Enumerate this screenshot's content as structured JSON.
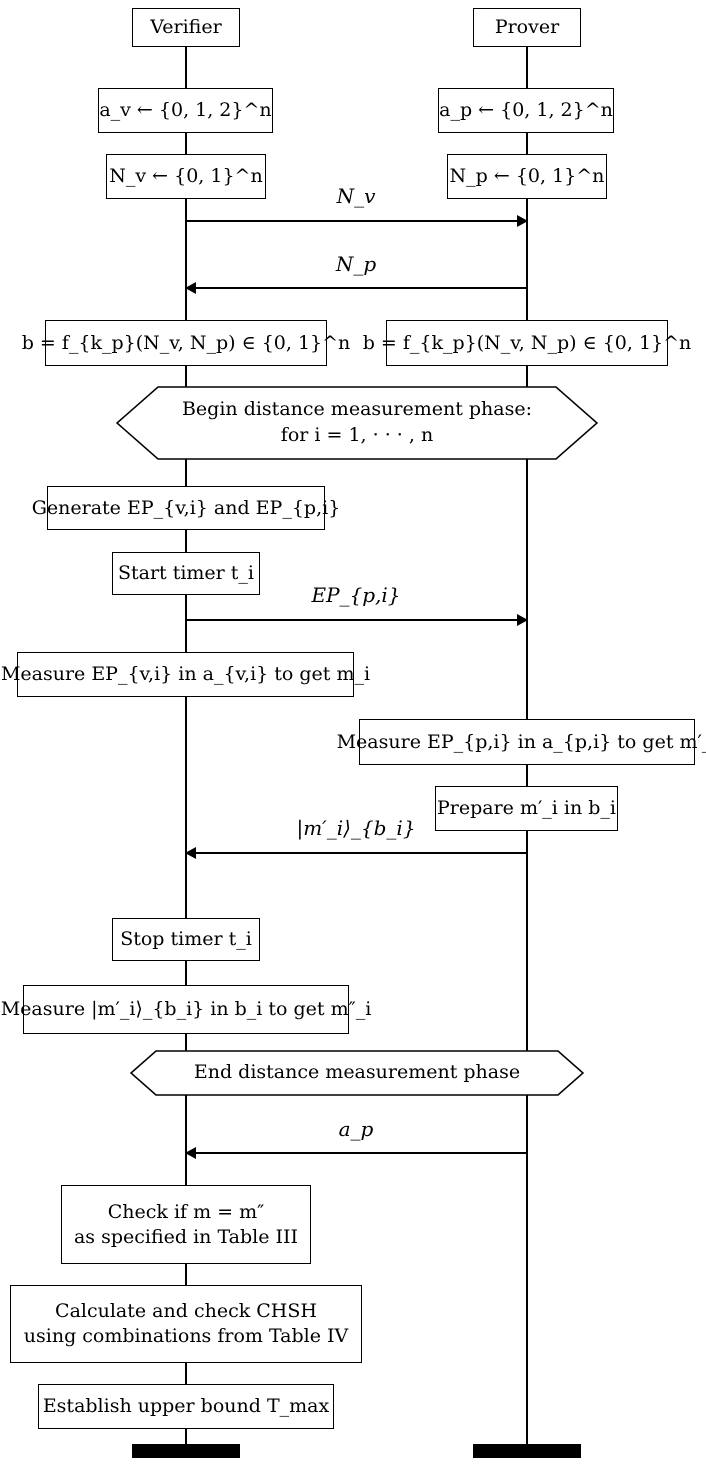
{
  "participants": {
    "verifier": "Verifier",
    "prover": "Prover"
  },
  "steps": {
    "av": "a_v ← {0, 1, 2}^n",
    "ap": "a_p ← {0, 1, 2}^n",
    "nv": "N_v ← {0, 1}^n",
    "np": "N_p ← {0, 1}^n",
    "b_verifier": "b = f_{k_p}(N_v, N_p) ∈ {0, 1}^n",
    "b_prover": "b = f_{k_p}(N_v, N_p) ∈ {0, 1}^n",
    "generate": "Generate EP_{v,i} and EP_{p,i}",
    "start_timer": "Start timer t_i",
    "measure_v": "Measure EP_{v,i} in a_{v,i} to get m_i",
    "measure_p": "Measure EP_{p,i} in a_{p,i} to get m′_i",
    "prepare": "Prepare m′_i in b_i",
    "stop_timer": "Stop timer t_i",
    "measure_ket": "Measure |m′_i⟩_{b_i} in b_i to get m″_i",
    "check_line1": "Check if m = m″",
    "check_line2": "as specified in Table III",
    "chsh_line1": "Calculate and check CHSH",
    "chsh_line2": "using combinations from Table IV",
    "upper_bound": "Establish upper bound T_max"
  },
  "phases": {
    "begin_line1": "Begin distance measurement phase:",
    "begin_line2": "for i = 1, · · · , n",
    "end": "End distance measurement phase"
  },
  "messages": {
    "nv": "N_v",
    "np": "N_p",
    "ep": "EP_{p,i}",
    "ket": "|m′_i⟩_{b_i}",
    "ap": "a_p"
  }
}
